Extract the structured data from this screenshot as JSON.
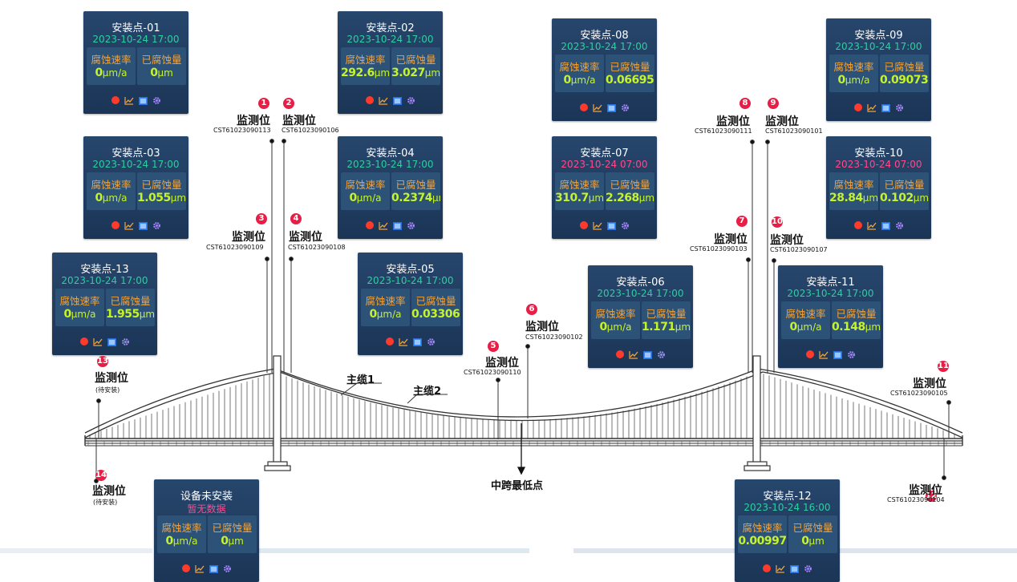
{
  "cards": [
    {
      "id": "c01",
      "title": "安装点-01",
      "date": "2023-10-24 17:00",
      "date_warn": false,
      "rate_label": "腐蚀速率",
      "amount_label": "已腐蚀量",
      "rate": "0",
      "rate_unit": "μm/a",
      "amount": "0",
      "amount_unit": "μm"
    },
    {
      "id": "c02",
      "title": "安装点-02",
      "date": "2023-10-24 17:00",
      "date_warn": false,
      "rate_label": "腐蚀速率",
      "amount_label": "已腐蚀量",
      "rate": "292.6",
      "rate_unit": "μm/a",
      "amount": "3.027",
      "amount_unit": "μm"
    },
    {
      "id": "c03",
      "title": "安装点-03",
      "date": "2023-10-24 17:00",
      "date_warn": false,
      "rate_label": "腐蚀速率",
      "amount_label": "已腐蚀量",
      "rate": "0",
      "rate_unit": "μm/a",
      "amount": "1.055",
      "amount_unit": "μm"
    },
    {
      "id": "c04",
      "title": "安装点-04",
      "date": "2023-10-24 17:00",
      "date_warn": false,
      "rate_label": "腐蚀速率",
      "amount_label": "已腐蚀量",
      "rate": "0",
      "rate_unit": "μm/a",
      "amount": "0.2374",
      "amount_unit": "μm"
    },
    {
      "id": "c05",
      "title": "安装点-05",
      "date": "2023-10-24 17:00",
      "date_warn": false,
      "rate_label": "腐蚀速率",
      "amount_label": "已腐蚀量",
      "rate": "0",
      "rate_unit": "μm/a",
      "amount": "0.03306...",
      "amount_unit": ""
    },
    {
      "id": "c06",
      "title": "安装点-06",
      "date": "2023-10-24 17:00",
      "date_warn": false,
      "rate_label": "腐蚀速率",
      "amount_label": "已腐蚀量",
      "rate": "0",
      "rate_unit": "μm/a",
      "amount": "1.171",
      "amount_unit": "μm"
    },
    {
      "id": "c07",
      "title": "安装点-07",
      "date": "2023-10-24 07:00",
      "date_warn": true,
      "rate_label": "腐蚀速率",
      "amount_label": "已腐蚀量",
      "rate": "310.7",
      "rate_unit": "μm/a",
      "amount": "2.268",
      "amount_unit": "μm"
    },
    {
      "id": "c08",
      "title": "安装点-08",
      "date": "2023-10-24 17:00",
      "date_warn": false,
      "rate_label": "腐蚀速率",
      "amount_label": "已腐蚀量",
      "rate": "0",
      "rate_unit": "μm/a",
      "amount": "0.06695...",
      "amount_unit": ""
    },
    {
      "id": "c09",
      "title": "安装点-09",
      "date": "2023-10-24 17:00",
      "date_warn": false,
      "rate_label": "腐蚀速率",
      "amount_label": "已腐蚀量",
      "rate": "0",
      "rate_unit": "μm/a",
      "amount": "0.09073...",
      "amount_unit": ""
    },
    {
      "id": "c10",
      "title": "安装点-10",
      "date": "2023-10-24 07:00",
      "date_warn": true,
      "rate_label": "腐蚀速率",
      "amount_label": "已腐蚀量",
      "rate": "28.84",
      "rate_unit": "μm/a",
      "amount": "0.102",
      "amount_unit": "μm"
    },
    {
      "id": "c11",
      "title": "安装点-11",
      "date": "2023-10-24 17:00",
      "date_warn": false,
      "rate_label": "腐蚀速率",
      "amount_label": "已腐蚀量",
      "rate": "0",
      "rate_unit": "μm/a",
      "amount": "0.148",
      "amount_unit": "μm"
    },
    {
      "id": "c12",
      "title": "安装点-12",
      "date": "2023-10-24 16:00",
      "date_warn": false,
      "rate_label": "腐蚀速率",
      "amount_label": "已腐蚀量",
      "rate": "0.00997",
      "rate_unit": "",
      "amount": "0",
      "amount_unit": "μm"
    },
    {
      "id": "c13",
      "title": "安装点-13",
      "date": "2023-10-24 17:00",
      "date_warn": false,
      "rate_label": "腐蚀速率",
      "amount_label": "已腐蚀量",
      "rate": "0",
      "rate_unit": "μm/a",
      "amount": "1.955",
      "amount_unit": "μm"
    },
    {
      "id": "c14",
      "title": "设备未安装",
      "date": "暂无数据",
      "date_warn": true,
      "rate_label": "腐蚀速率",
      "amount_label": "已腐蚀量",
      "rate": "0",
      "rate_unit": "μm/a",
      "amount": "0",
      "amount_unit": "μm"
    }
  ],
  "points": [
    {
      "num": "1",
      "label": "监测位",
      "code": "CST61023090113"
    },
    {
      "num": "2",
      "label": "监测位",
      "code": "CST61023090106"
    },
    {
      "num": "3",
      "label": "监测位",
      "code": "CST61023090109"
    },
    {
      "num": "4",
      "label": "监测位",
      "code": "CST61023090108"
    },
    {
      "num": "5",
      "label": "监测位",
      "code": "CST61023090110"
    },
    {
      "num": "6",
      "label": "监测位",
      "code": "CST61023090102"
    },
    {
      "num": "7",
      "label": "监测位",
      "code": "CST61023090103"
    },
    {
      "num": "8",
      "label": "监测位",
      "code": "CST61023090111"
    },
    {
      "num": "9",
      "label": "监测位",
      "code": "CST61023090101"
    },
    {
      "num": "10",
      "label": "监测位",
      "code": "CST61023090107"
    },
    {
      "num": "11",
      "label": "监测位",
      "code": "CST61023090105"
    },
    {
      "num": "12",
      "label": "监测位",
      "code": "CST61023090104"
    },
    {
      "num": "13",
      "label": "监测位",
      "code": "(待安装)"
    },
    {
      "num": "14",
      "label": "监测位",
      "code": "(待安装)"
    }
  ],
  "cables": {
    "main1": "主缆1",
    "main2": "主缆2"
  },
  "midspan_label": "中跨最低点",
  "icons": [
    "record-dot-icon",
    "line-chart-icon",
    "list-icon",
    "gear-icon"
  ],
  "colors": {
    "card_bg": "#1f3b5e",
    "title": "#ffffff",
    "date_ok": "#2ccfa0",
    "date_warn": "#ff4a8c",
    "label": "#f3a33a",
    "value": "#c6f32a",
    "badge": "#e81e46"
  }
}
